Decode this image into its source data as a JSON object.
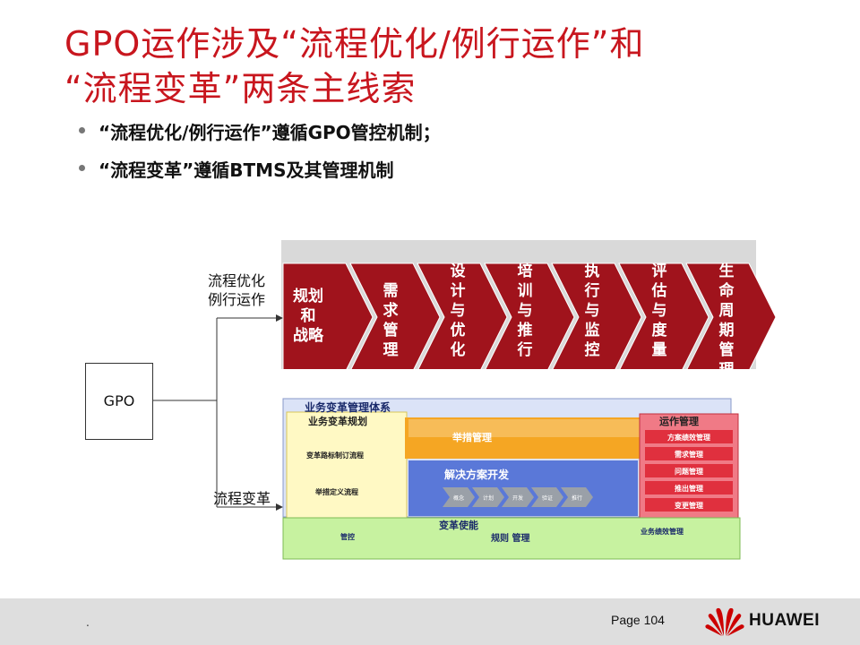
{
  "title_lines": [
    "GPO运作涉及“流程优化/例行运作”和",
    "“流程变革”两条主线索"
  ],
  "bullets": [
    "“流程优化/例行运作”遵循GPO管控机制；",
    "“流程变革”遵循BTMS及其管理机制"
  ],
  "diagram": {
    "gpo_label": "GPO",
    "branch_top_label_1": "流程优化",
    "branch_top_label_2": "例行运作",
    "branch_bottom_label": "流程变革",
    "chevrons": [
      "规划\n和\n战略",
      "需\n求\n管\n理",
      "设\n计\n与\n优\n化",
      "培\n训\n与\n推\n行",
      "执\n行\n与\n监\n控",
      "评\n估\n与\n度\n量",
      "生\n命\n周\n期\n管\n理"
    ],
    "btms": {
      "title": "业务变革管理体系",
      "planning_title": "业务变革规划",
      "planning_items": [
        "变革路标制订流程",
        "举措定义流程"
      ],
      "initiative": "举措管理",
      "solution": "解决方案开发",
      "solution_steps": [
        "概念",
        "计划",
        "开发",
        "验证",
        "推行"
      ],
      "ops_title": "运作管理",
      "ops_items": [
        "方案绩效管理",
        "需求管理",
        "问题管理",
        "推出管理",
        "变更管理"
      ],
      "enable_title": "变革使能",
      "enable_items": [
        "管控",
        "规则 管理",
        "业务绩效管理"
      ]
    }
  },
  "footer": {
    "page": "Page 104",
    "brand": "HUAWEI",
    "dot": "."
  },
  "colors": {
    "title": "#c8161e",
    "chevron": "#a0131c",
    "brand_red": "#cc0000"
  }
}
